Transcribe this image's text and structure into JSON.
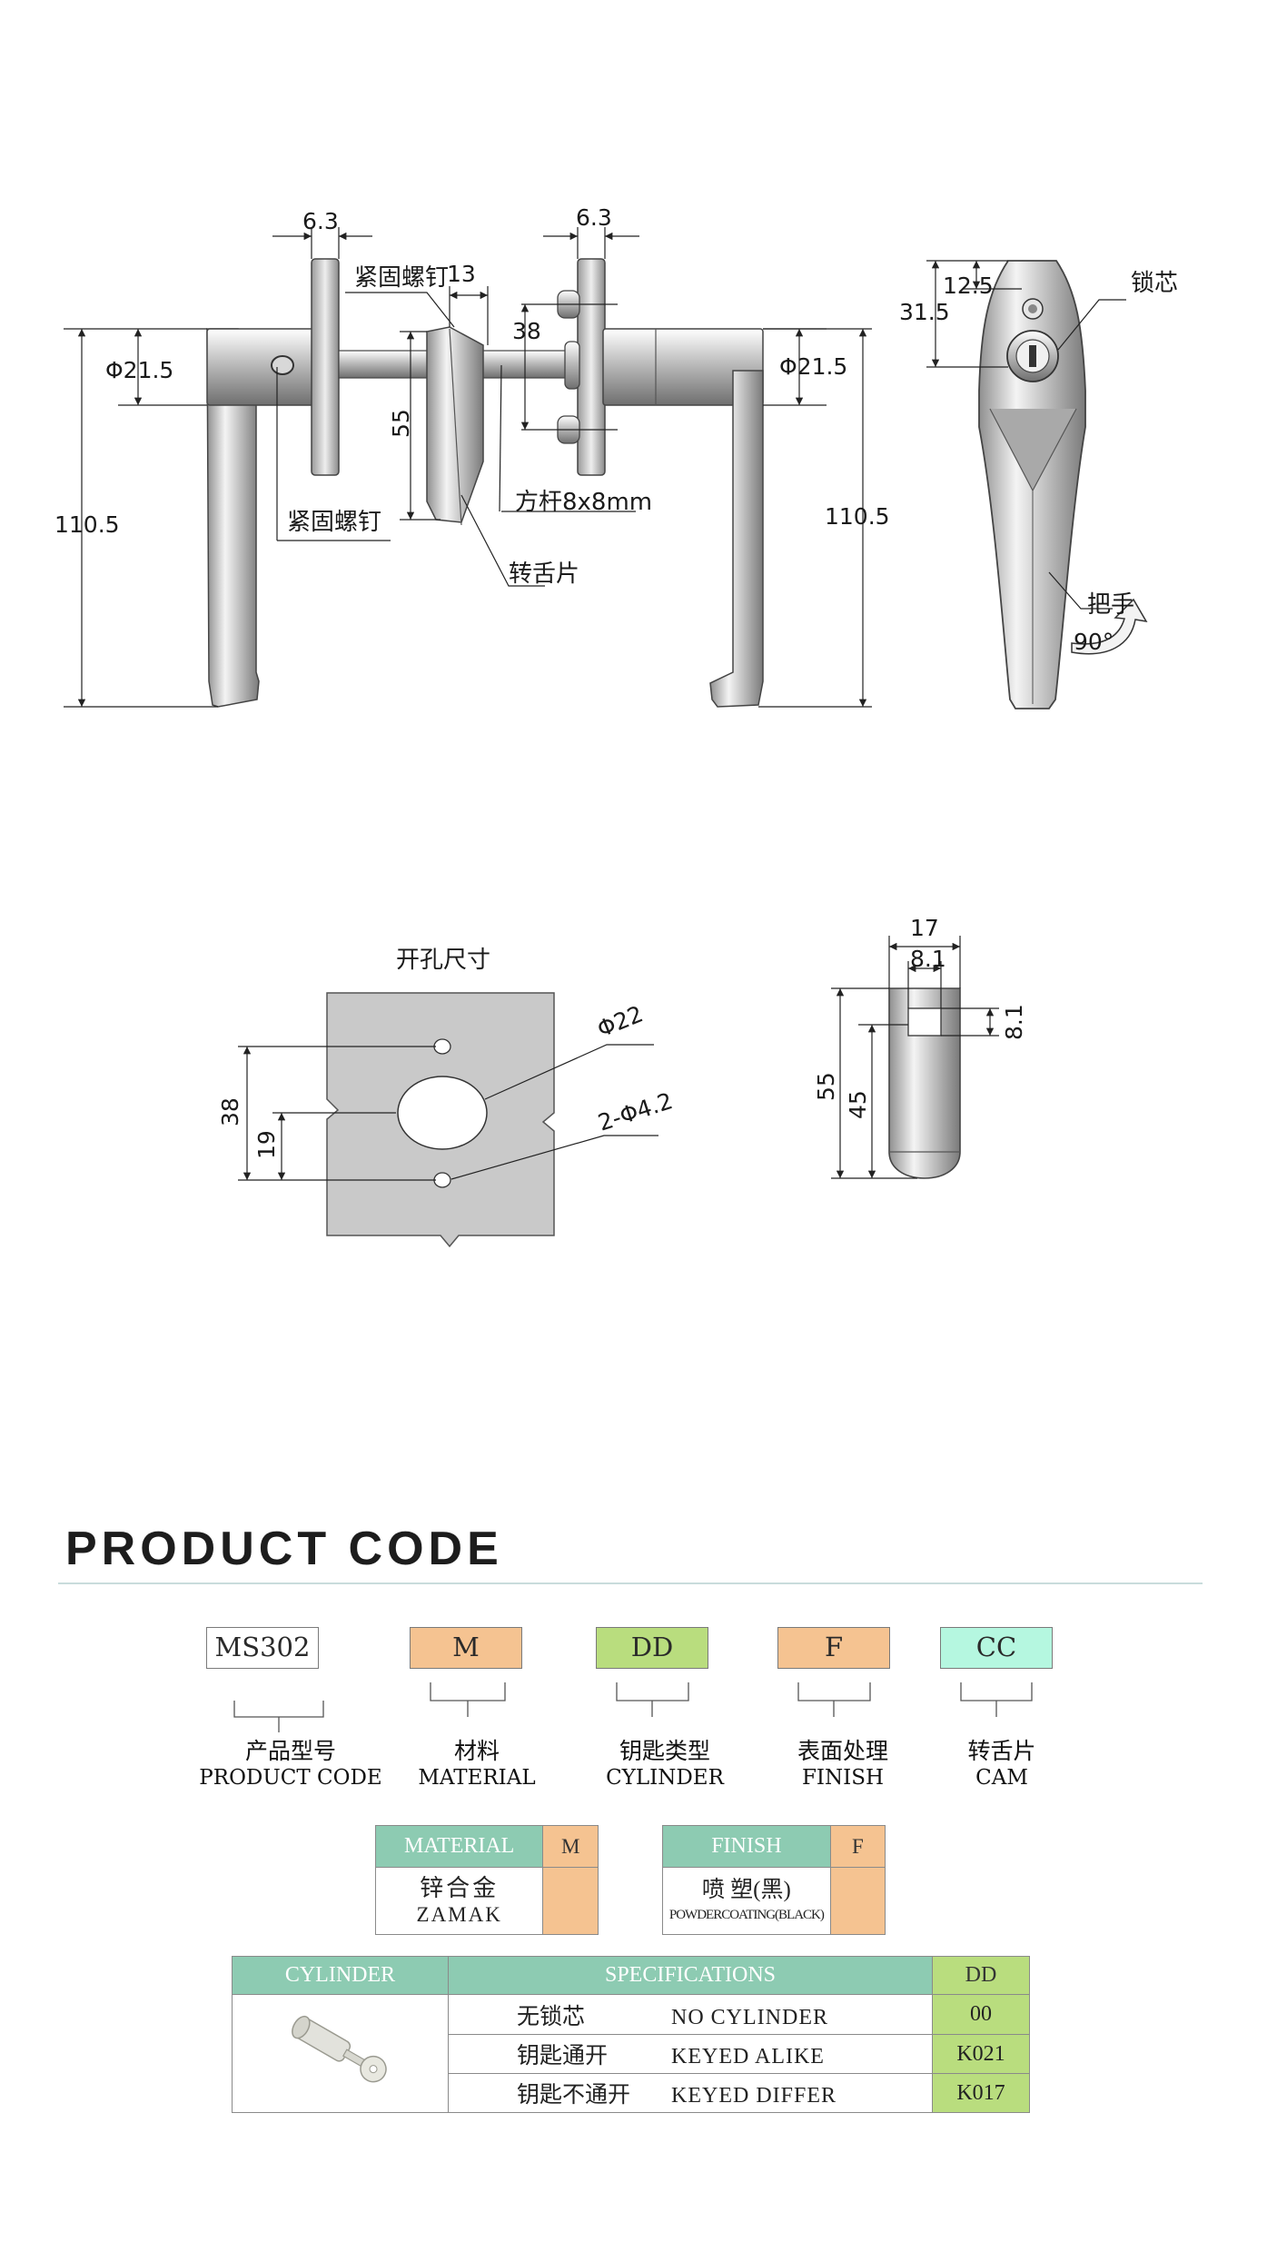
{
  "drawing": {
    "front_view": {
      "dims": {
        "flange_w_left": "6.3",
        "flange_w_right": "6.3",
        "set_screw_offset": "13",
        "bolt_spacing": "38",
        "cam_height": "55",
        "hub_dia_left": "Φ21.5",
        "hub_dia_right": "Φ21.5",
        "height_left": "110.5",
        "height_right": "110.5"
      },
      "labels": {
        "set_screw_top": "紧固螺钉",
        "set_screw_bottom": "紧固螺钉",
        "square_bar": "方杆8x8mm",
        "cam": "转舌片"
      }
    },
    "side_view": {
      "dims": {
        "top": "12.5",
        "cyl": "31.5"
      },
      "labels": {
        "cylinder": "锁芯",
        "handle": "把手",
        "angle": "90°"
      }
    },
    "cutout": {
      "title": "开孔尺寸",
      "dims": {
        "hole": "Φ22",
        "screw_holes": "2-Φ4.2",
        "span": "38",
        "half": "19"
      }
    },
    "cam_view": {
      "dims": {
        "width": "17",
        "square": "8.1",
        "square_h": "8.1",
        "length": "55",
        "length2": "45"
      }
    }
  },
  "product_code": {
    "heading": "PRODUCT CODE",
    "codes": [
      {
        "value": "MS302",
        "zh": "产品型号",
        "en": "PRODUCT CODE",
        "color": "#ffffff"
      },
      {
        "value": "M",
        "zh": "材料",
        "en": "MATERIAL",
        "color": "#f5c391"
      },
      {
        "value": "DD",
        "zh": "钥匙类型",
        "en": "CYLINDER",
        "color": "#b9dd7e"
      },
      {
        "value": "F",
        "zh": "表面处理",
        "en": "FINISH",
        "color": "#f5c391"
      },
      {
        "value": "CC",
        "zh": "转舌片",
        "en": "CAM",
        "color": "#b5f7e0"
      }
    ],
    "material_table": {
      "header": "MATERIAL",
      "code": "M",
      "zh": "锌合金",
      "en": "ZAMAK"
    },
    "finish_table": {
      "header": "FINISH",
      "code": "F",
      "zh": "喷 塑(黑)",
      "en": "POWDERCOATING(BLACK)"
    },
    "cylinder_table": {
      "header_left": "CYLINDER",
      "header_mid": "SPECIFICATIONS",
      "header_code": "DD",
      "rows": [
        {
          "zh": "无锁芯",
          "en": "NO CYLINDER",
          "code": "00"
        },
        {
          "zh": "钥匙通开",
          "en": "KEYED ALIKE",
          "code": "K021"
        },
        {
          "zh": "钥匙不通开",
          "en": "KEYED DIFFER",
          "code": "K017"
        }
      ]
    }
  },
  "colors": {
    "header_teal": "#8dcbb2",
    "orange": "#f5c391",
    "green": "#b9dd7e",
    "mint": "#b5f7e0",
    "rule": "#c9dcdc"
  }
}
